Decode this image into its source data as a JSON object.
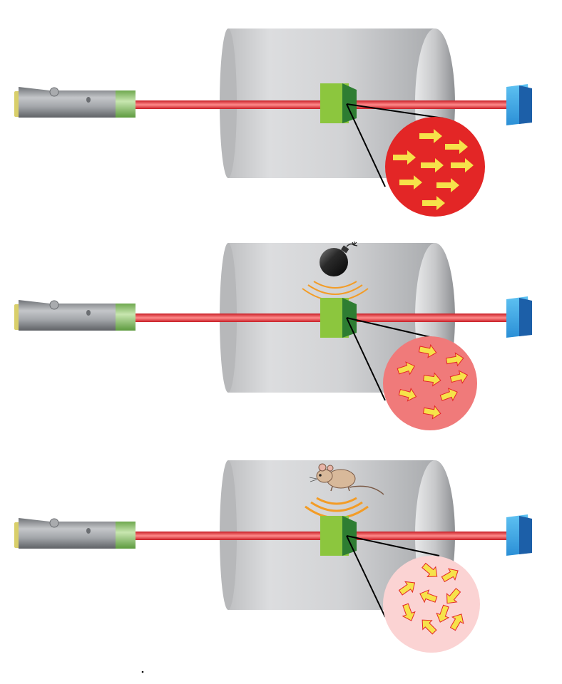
{
  "colors": {
    "background": "#ffffff",
    "beam": "#e5323a",
    "cylinder": "#c9cacc",
    "crystal_front": "#8cc63e",
    "crystal_side": "#2e7d32",
    "detector": "#1e88e5",
    "arrow": "#f6e24a",
    "waves": "#f39c26"
  },
  "panels": [
    {
      "name": "panel-aligned",
      "disturbance": "none",
      "spin_state": "aligned",
      "circle_fill": "#e32626",
      "beam_through": true
    },
    {
      "name": "panel-bomb",
      "disturbance": "bomb-icon",
      "spin_state": "partially-aligned",
      "circle_fill": "#f07a7a",
      "beam_through": true
    },
    {
      "name": "panel-mouse",
      "disturbance": "mouse-icon",
      "spin_state": "random",
      "circle_fill": "#fbd3d3",
      "beam_through": true
    }
  ]
}
